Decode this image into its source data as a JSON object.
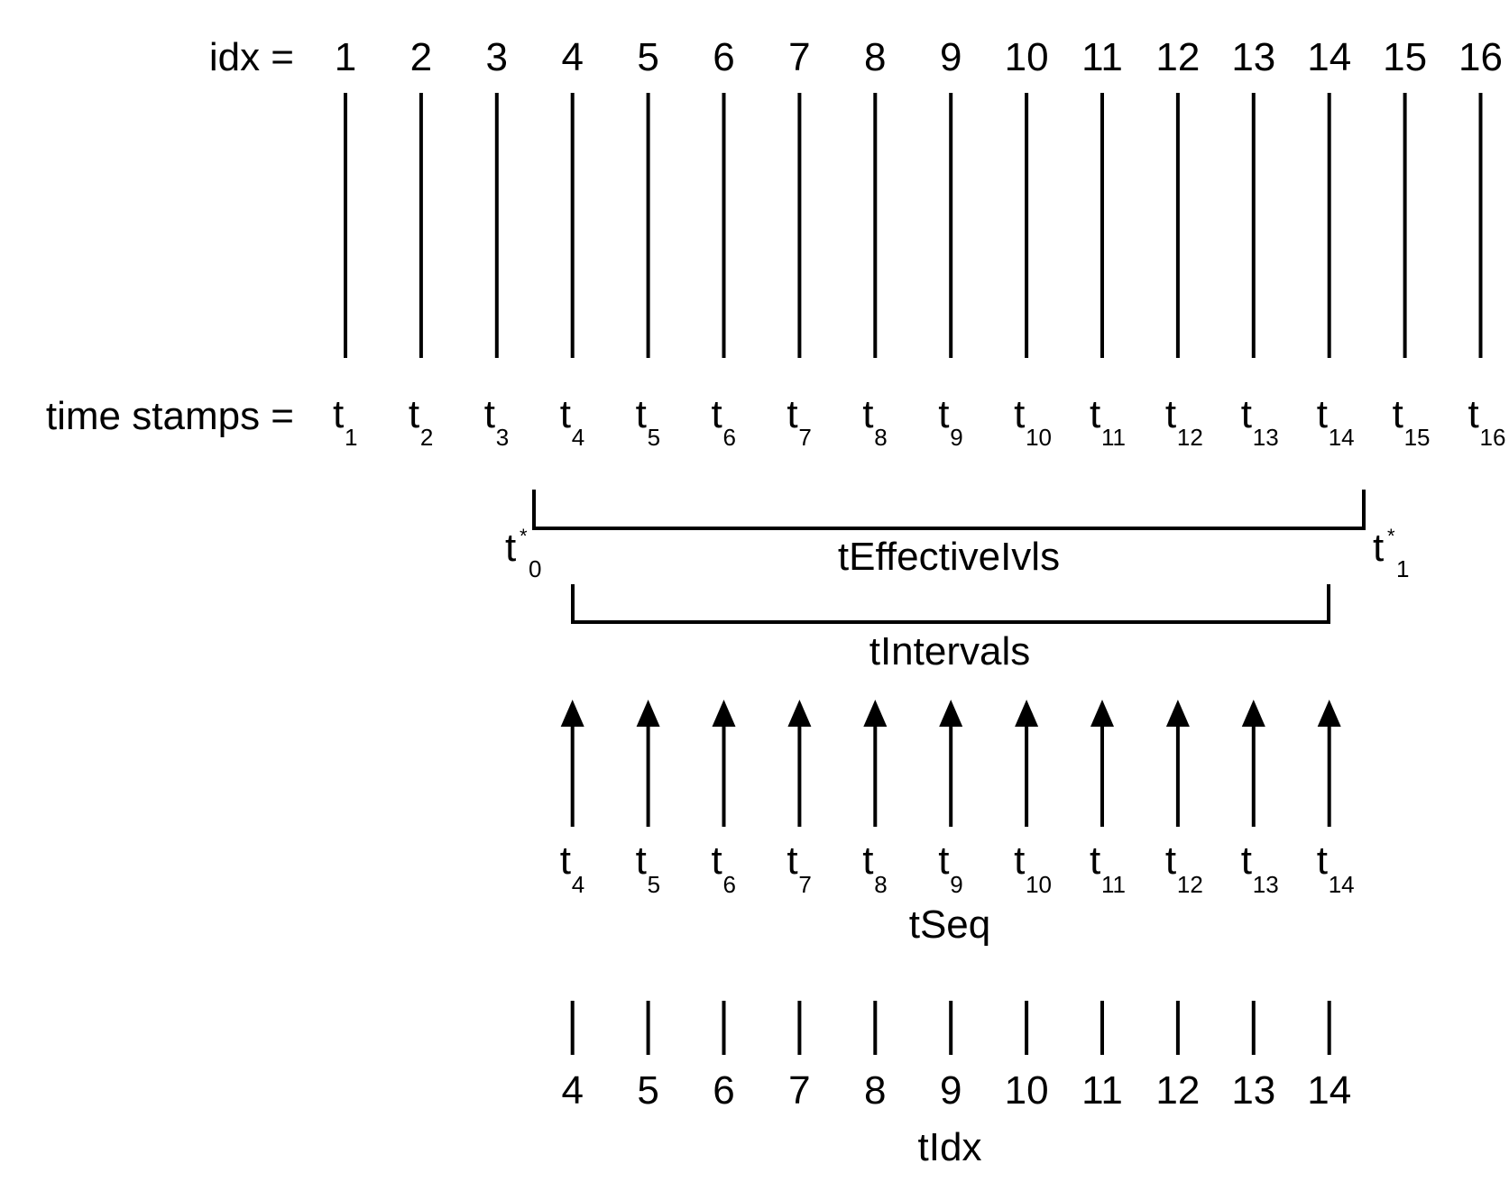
{
  "idx_row": {
    "label": "idx =",
    "values": [
      "1",
      "2",
      "3",
      "4",
      "5",
      "6",
      "7",
      "8",
      "9",
      "10",
      "11",
      "12",
      "13",
      "14",
      "15",
      "16"
    ]
  },
  "time_stamps_row": {
    "label": "time stamps =",
    "symbol": "t",
    "subscripts": [
      "1",
      "2",
      "3",
      "4",
      "5",
      "6",
      "7",
      "8",
      "9",
      "10",
      "11",
      "12",
      "13",
      "14",
      "15",
      "16"
    ]
  },
  "effective_bracket": {
    "label": "tEffectiveIvls",
    "start_marker": {
      "symbol": "t",
      "superscript": "*",
      "subscript": "0"
    },
    "end_marker": {
      "symbol": "t",
      "superscript": "*",
      "subscript": "1"
    }
  },
  "intervals_bracket": {
    "label": "tIntervals"
  },
  "tseq_row": {
    "label": "tSeq",
    "symbol": "t",
    "subscripts": [
      "4",
      "5",
      "6",
      "7",
      "8",
      "9",
      "10",
      "11",
      "12",
      "13",
      "14"
    ]
  },
  "tidx_row": {
    "label": "tIdx",
    "values": [
      "4",
      "5",
      "6",
      "7",
      "8",
      "9",
      "10",
      "11",
      "12",
      "13",
      "14"
    ]
  }
}
